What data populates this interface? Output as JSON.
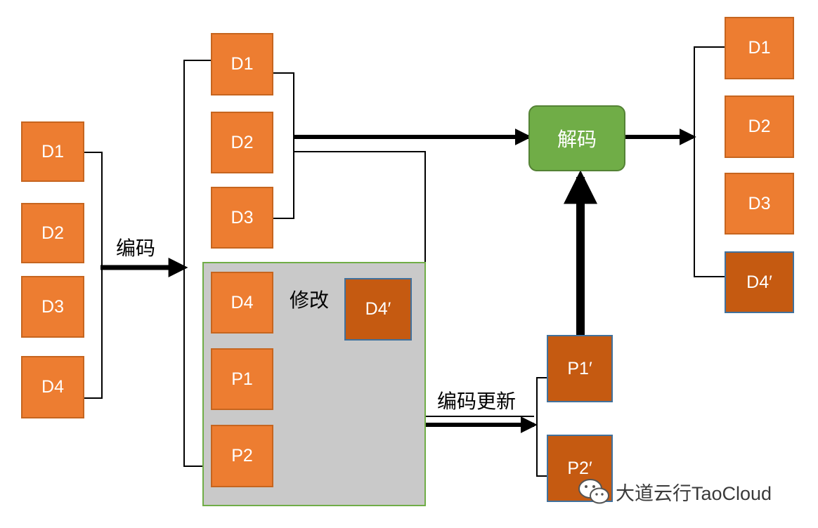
{
  "diagram": {
    "input_blocks": [
      "D1",
      "D2",
      "D3",
      "D4"
    ],
    "encoded_data_blocks": [
      "D1",
      "D2",
      "D3"
    ],
    "modify_panel": {
      "original_block": "D4",
      "modified_block": "D4′",
      "parity_blocks": [
        "P1",
        "P2"
      ]
    },
    "updated_parity_blocks": [
      "P1′",
      "P2′"
    ],
    "output_blocks": [
      "D1",
      "D2",
      "D3",
      "D4′"
    ],
    "labels": {
      "encode": "编码",
      "modify": "修改",
      "encode_update": "编码更新",
      "decode": "解码"
    },
    "colors": {
      "block_orange": "#ed7d31",
      "block_dark": "#c55a11",
      "panel_gray": "#c9c9c9",
      "panel_border": "#70ad47",
      "decoder_green": "#70ad47"
    }
  },
  "watermark": {
    "text": "大道云行TaoCloud",
    "icon": "wechat-icon"
  }
}
